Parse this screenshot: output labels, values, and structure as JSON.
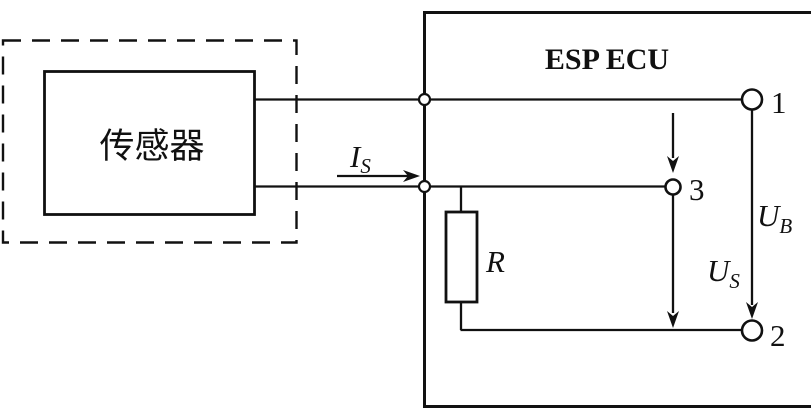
{
  "sensor": {
    "label": "传感器"
  },
  "ecu": {
    "label": "ESP ECU"
  },
  "resistor": {
    "label": "R"
  },
  "terminals": {
    "t1": "1",
    "t2": "2",
    "t3": "3"
  },
  "signals": {
    "sensor_current": {
      "base": "I",
      "sub": "S"
    },
    "supply_voltage": {
      "base": "U",
      "sub": "B"
    },
    "signal_voltage": {
      "base": "U",
      "sub": "S"
    }
  },
  "colors": {
    "ink": "#111111",
    "background": "#ffffff"
  }
}
